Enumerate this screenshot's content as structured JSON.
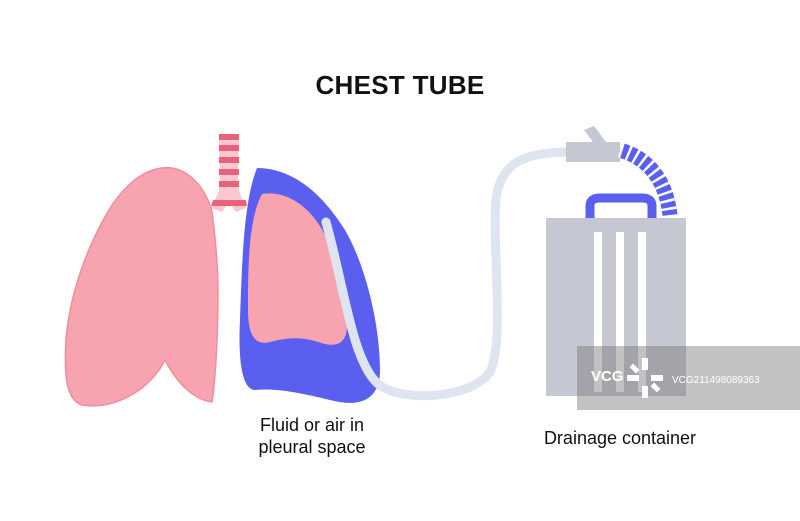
{
  "title": "CHEST TUBE",
  "labels": {
    "fluid_line1": "Fluid or air in",
    "fluid_line2": "pleural space",
    "drainage": "Drainage container"
  },
  "watermark": {
    "logo": "VCG",
    "id": "VCG211498089363"
  },
  "colors": {
    "lung_pink": "#f8a3b0",
    "lung_outline": "#ee8e9d",
    "pleural_fluid": "#5a5ff0",
    "trachea_light": "#f9c7cf",
    "trachea_band": "#e8627a",
    "tube": "#dfe4f1",
    "container": "#c5c8d3",
    "container_handle": "#5a5ff0",
    "hose": "#5a5ff0"
  }
}
